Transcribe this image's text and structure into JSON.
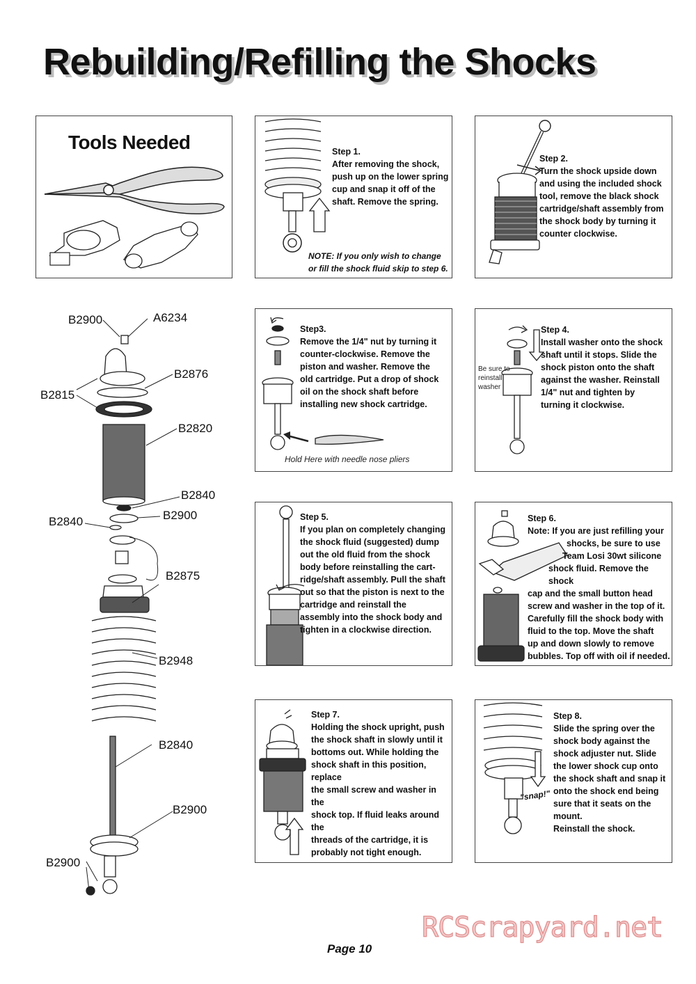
{
  "page": {
    "title": "Rebuilding/Refilling the Shocks",
    "page_number": "Page 10",
    "watermark": "RCScrapyard.net"
  },
  "tools": {
    "title": "Tools Needed"
  },
  "parts": [
    "B2900",
    "A6234",
    "B2876",
    "B2815",
    "B2820",
    "B2840",
    "B2840",
    "B2900",
    "B2875",
    "B2948",
    "B2840",
    "B2900",
    "B2900"
  ],
  "steps": {
    "s1": {
      "heading": "Step 1.",
      "lines": [
        "After removing the shock,",
        "push up on the lower spring",
        "cup and snap it off of the",
        "shaft. Remove the spring."
      ],
      "note": [
        "NOTE: If you only wish to change",
        "or fill the shock fluid skip to step 6."
      ]
    },
    "s2": {
      "heading": "Step 2.",
      "lines": [
        "Turn the shock upside down",
        "and using the included shock",
        "tool, remove the black shock",
        "cartridge/shaft assembly from",
        "the shock body by turning it",
        "counter clockwise."
      ]
    },
    "s3": {
      "heading": "Step3.",
      "lines": [
        "Remove the 1/4\" nut by turning it",
        "counter-clockwise. Remove the",
        "piston and washer. Remove the",
        "old cartridge. Put a drop of shock",
        "oil on the shock shaft before",
        "installing new shock cartridge."
      ],
      "caption": "Hold Here with needle nose pliers"
    },
    "s4": {
      "heading": "Step 4.",
      "lines": [
        "Install washer onto the shock",
        "shaft until it stops. Slide the",
        "shock piston onto the shaft",
        "against the washer.  Reinstall",
        "1/4\" nut and tighten by",
        "turning it clockwise."
      ],
      "side_note": [
        "Be sure to",
        "reinstall",
        "washer"
      ]
    },
    "s5": {
      "heading": "Step 5.",
      "lines": [
        "If you plan on completely changing",
        "the shock fluid (suggested) dump",
        "out the old fluid from the shock",
        "body before reinstalling the cart-",
        "ridge/shaft assembly. Pull the shaft",
        " out so that the piston is next to the",
        " cartridge and reinstall the",
        "assembly into the shock body and",
        "tighten in a clockwise direction."
      ]
    },
    "s6": {
      "heading": "Step 6.",
      "lines": [
        "Note: If you are just refilling your",
        "shocks, be sure to use",
        "Team Losi 30wt silicone",
        "shock fluid. Remove the shock",
        "cap and the small button head",
        "screw and washer in the top of it.",
        "Carefully fill the shock body with",
        "fluid to the top.  Move the shaft",
        "up and down slowly to remove",
        "bubbles. Top off with oil if needed."
      ]
    },
    "s7": {
      "heading": "Step 7.",
      "lines": [
        "Holding the shock upright,  push",
        "the shock shaft in slowly until it",
        "bottoms out. While holding the",
        "shock shaft in this position, replace",
        "the small screw and washer in the",
        "shock top. If fluid leaks around the",
        "threads of the cartridge, it is",
        "probably not tight enough."
      ]
    },
    "s8": {
      "heading": "Step 8.",
      "lines": [
        "Slide the spring over the",
        "shock body against the",
        "shock adjuster nut. Slide",
        "the lower shock cup onto",
        "the shock shaft and snap it",
        "onto the shock end being",
        "sure that it seats on the",
        "mount.",
        "Reinstall the shock."
      ],
      "snap": "\"snap!\""
    }
  },
  "colors": {
    "text": "#111111",
    "border": "#444444",
    "shadow": "#bdbdbd",
    "watermark": "#e08c8c"
  }
}
